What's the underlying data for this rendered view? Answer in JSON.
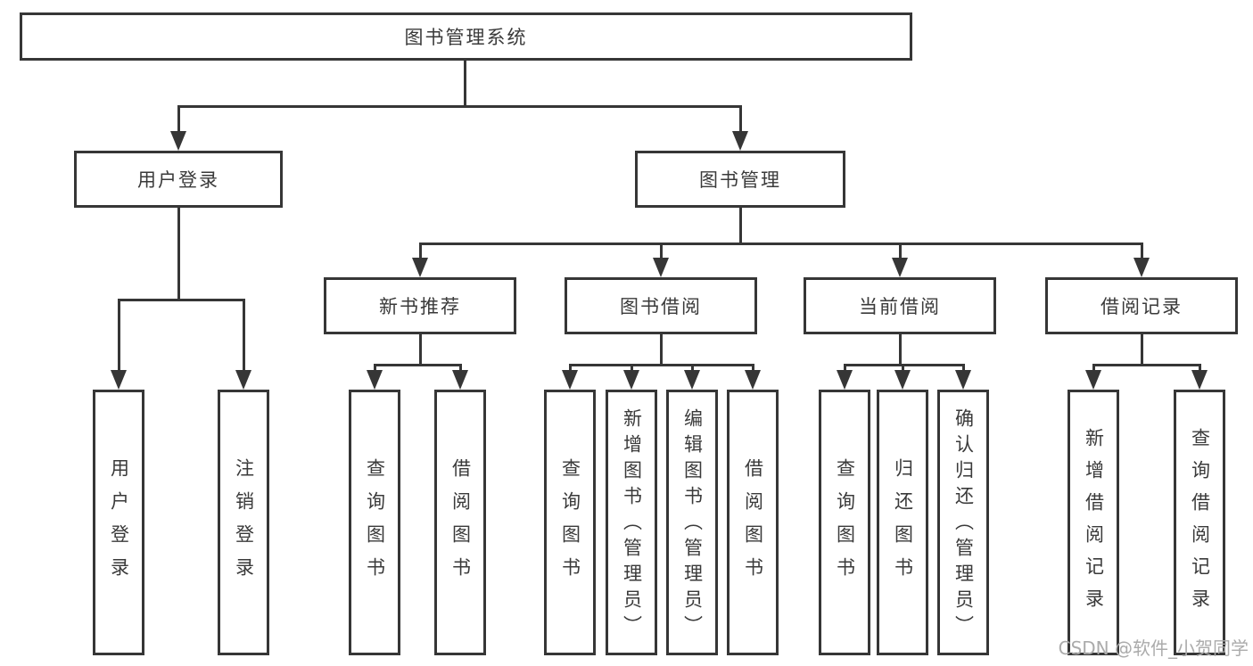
{
  "root": {
    "label": "图书管理系统"
  },
  "level2": [
    {
      "label": "用户登录"
    },
    {
      "label": "图书管理"
    }
  ],
  "level3": [
    {
      "label": "新书推荐"
    },
    {
      "label": "图书借阅"
    },
    {
      "label": "当前借阅"
    },
    {
      "label": "借阅记录"
    }
  ],
  "leaves": {
    "user_login": [
      {
        "label": "用户登录"
      },
      {
        "label": "注销登录"
      }
    ],
    "new_book_recommend": [
      {
        "label": "查询图书"
      },
      {
        "label": "借阅图书"
      }
    ],
    "book_borrow": [
      {
        "label": "查询图书"
      },
      {
        "label": "新增图书（管理员）"
      },
      {
        "label": "编辑图书（管理员）"
      },
      {
        "label": "借阅图书"
      }
    ],
    "current_borrow": [
      {
        "label": "查询图书"
      },
      {
        "label": "归还图书"
      },
      {
        "label": "确认归还（管理员）"
      }
    ],
    "borrow_records": [
      {
        "label": "新增借阅记录"
      },
      {
        "label": "查询借阅记录"
      }
    ]
  },
  "watermark": "CSDN @软件_小贺同学",
  "colors": {
    "line": "#363636",
    "text": "#3a3a3a",
    "watermark": "#ababab",
    "background": "#ffffff"
  }
}
